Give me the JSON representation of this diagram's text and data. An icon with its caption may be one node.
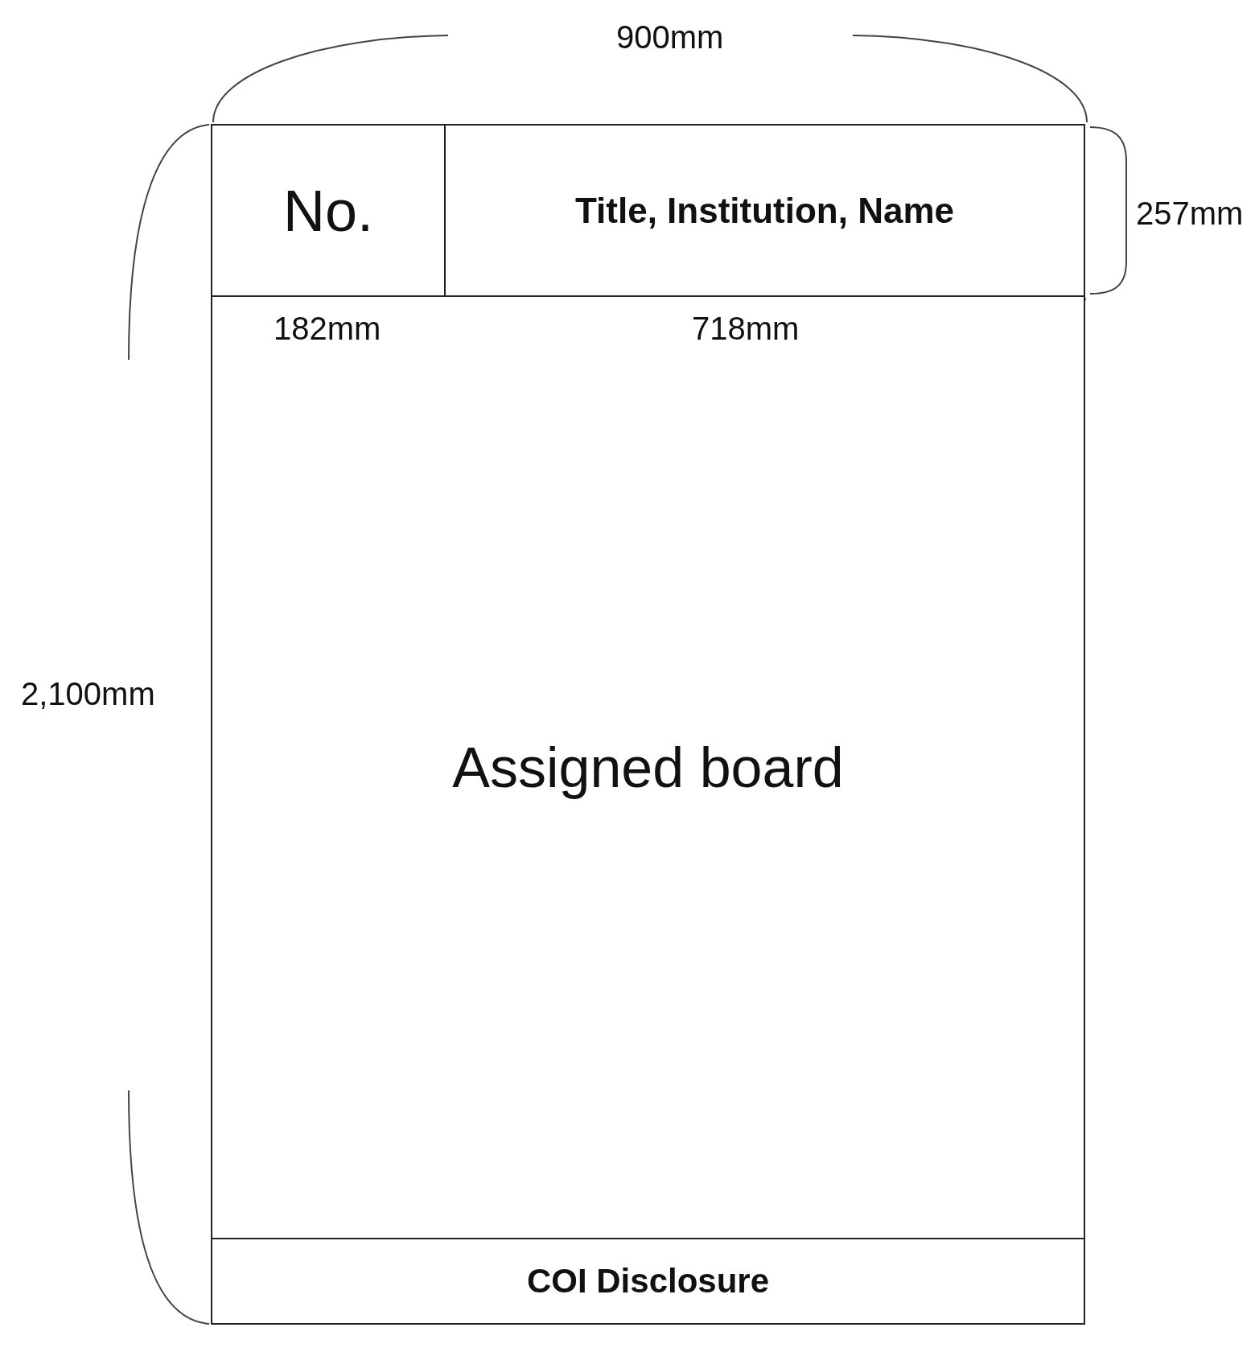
{
  "diagram": {
    "nodes": [
      {
        "text": [
          "No."
        ]
      },
      {
        "text": [
          "Title, Institution, Name"
        ]
      },
      {
        "text": [
          "Assigned board"
        ]
      },
      {
        "text": [
          "COI Disclosure"
        ]
      }
    ],
    "labels": [
      "900mm",
      "257mm",
      "182mm",
      "718mm",
      "2,100mm"
    ]
  }
}
